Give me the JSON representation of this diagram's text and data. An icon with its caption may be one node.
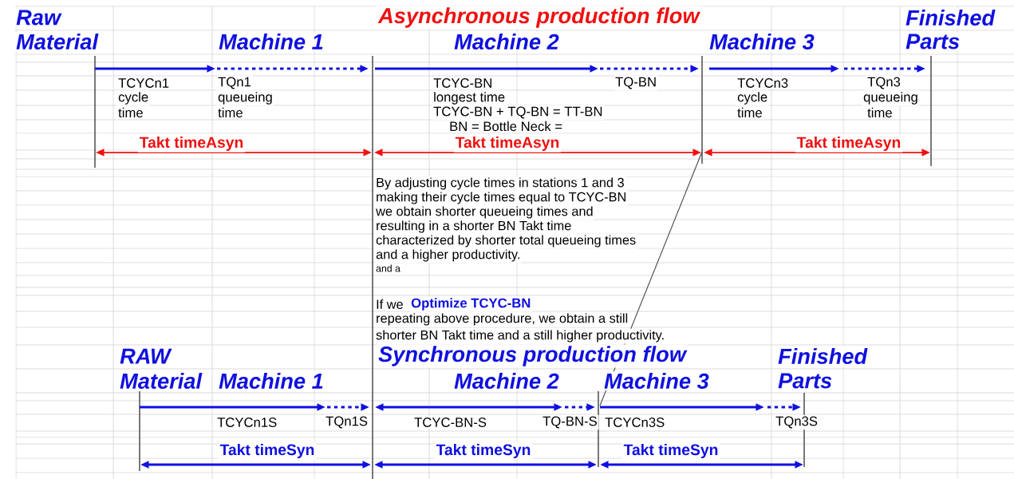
{
  "diagram": {
    "labels": [
      "Raw",
      "Asynchronous production flow",
      "Finished",
      "Material",
      "Machine 1",
      "Machine 2",
      "Machine 3",
      "Parts",
      "TCYCn1",
      "TQn1",
      "TCYC-BN",
      "TQ-BN",
      "TCYCn3",
      "TQn3",
      "cycle",
      "queueing",
      "longest time",
      "cycle",
      "queueing",
      "time",
      "time",
      "TCYC-BN + TQ-BN = TT-BN",
      "time",
      "time",
      "BN = Bottle Neck =",
      "Takt timeAsyn",
      "Takt timeAsyn",
      "Takt timeAsyn",
      "By adjusting cycle times in stations 1 and 3",
      "making their cycle times equal to TCYC-BN",
      "we obtain shorter queueing times and",
      "resulting in a shorter BN Takt time",
      "characterized by shorter total queueing times",
      "and a higher productivity.",
      "and a",
      "If we",
      "Optimize TCYC-BN",
      "repeating above procedure, we obtain a still",
      "shorter BN Takt time and a still higher productivity.",
      "RAW",
      "Synchronous production flow",
      "Finished",
      "Material",
      "Machine 1",
      "Machine 2",
      "Machine 3",
      "Parts",
      "TCYCn1S",
      "TQn1S",
      "TCYC-BN-S",
      "TQ-BN-S",
      "TCYCn3S",
      "TQn3S",
      "Takt timeSyn",
      "Takt timeSyn",
      "Takt timeSyn"
    ]
  }
}
